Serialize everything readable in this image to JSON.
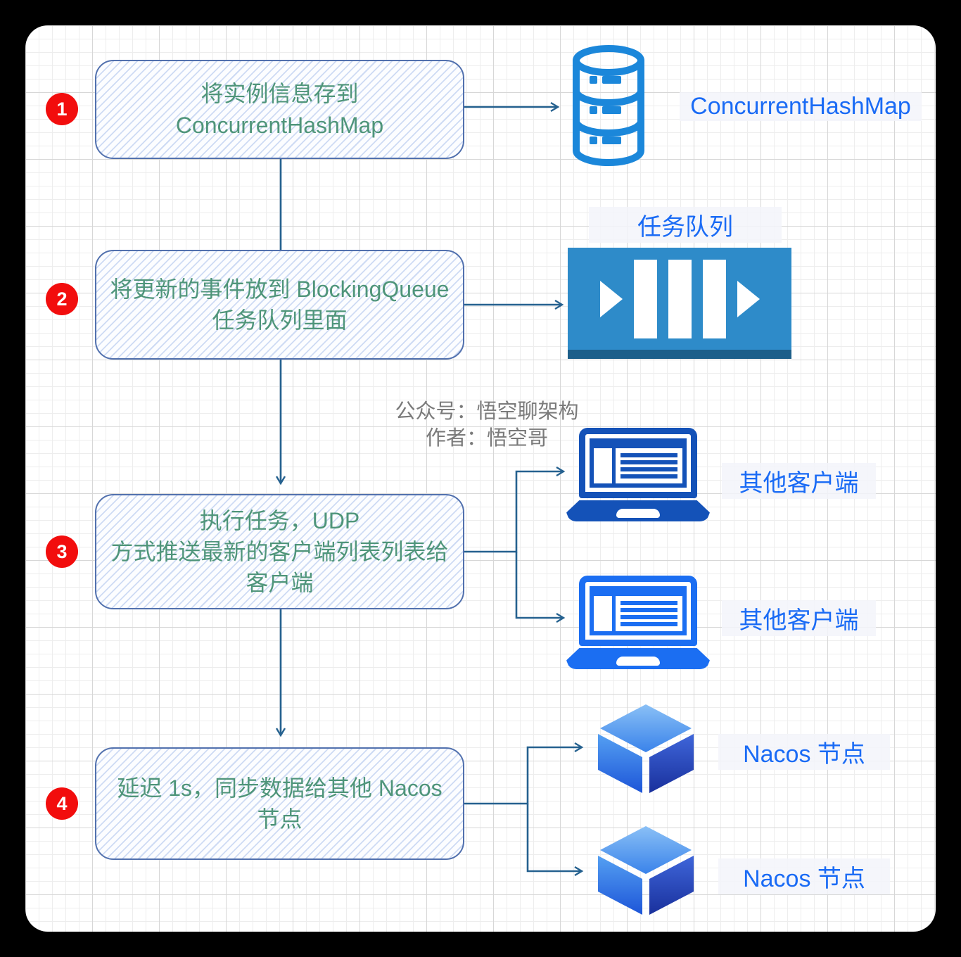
{
  "steps": [
    {
      "num": "1",
      "lines": [
        "将实例信息存到",
        "ConcurrentHashMap"
      ]
    },
    {
      "num": "2",
      "lines": [
        "将更新的事件放到 BlockingQueue",
        "任务队列里面"
      ]
    },
    {
      "num": "3",
      "lines": [
        "执行任务，UDP",
        "方式推送最新的客户端列表列表给",
        "客户端"
      ]
    },
    {
      "num": "4",
      "lines": [
        "延迟 1s，同步数据给其他 Nacos",
        "节点"
      ]
    }
  ],
  "labels": {
    "hashmap": "ConcurrentHashMap",
    "queue": "任务队列",
    "client_top": "其他客户端",
    "client_bottom": "其他客户端",
    "nacos_top": "Nacos 节点",
    "nacos_bottom": "Nacos 节点"
  },
  "watermark": {
    "line1": "公众号：悟空聊架构",
    "line2": "作者：悟空哥"
  },
  "icons": {
    "database": "database-cylinder-icon",
    "queue": "blocking-queue-icon",
    "client": "laptop-icon",
    "nacos": "cube-icon"
  },
  "colors": {
    "frame_bg": "#000000",
    "canvas_bg": "#ffffff",
    "badge_red": "#f20d0d",
    "box_border": "#5271ae",
    "box_text_green": "#4f957a",
    "connector": "#25618f",
    "label_blue": "#1a6bf5",
    "database_blue": "#1b87da",
    "queue_blue": "#2e8bc9",
    "queue_strip": "#1d5f8a",
    "laptop_dark_blue": "#1452b8",
    "laptop_bright_blue": "#1b6ef2",
    "watermark_gray": "#7a7a7a"
  }
}
